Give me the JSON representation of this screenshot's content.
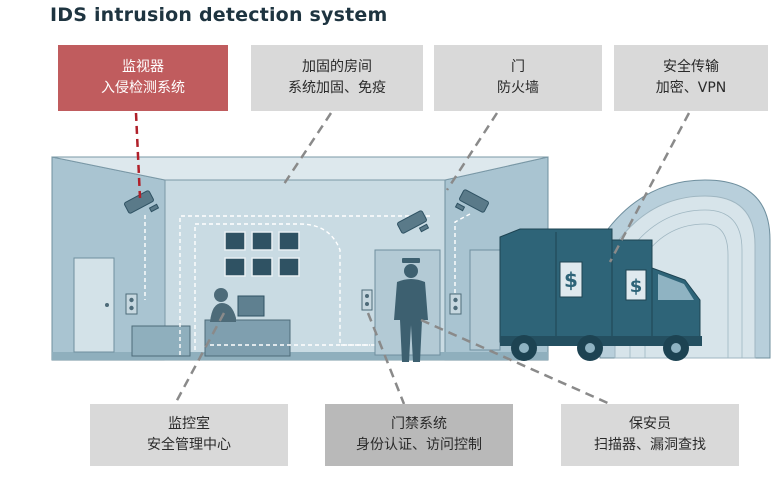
{
  "title": "IDS intrusion detection system",
  "callouts_top": [
    {
      "line1": "监视器",
      "line2": "入侵检测系统"
    },
    {
      "line1": "加固的房间",
      "line2": "系统加固、免疫"
    },
    {
      "line1": "门",
      "line2": "防火墙"
    },
    {
      "line1": "安全传输",
      "line2": "加密、VPN"
    }
  ],
  "callouts_bottom": [
    {
      "line1": "监控室",
      "line2": "安全管理中心"
    },
    {
      "line1": "门禁系统",
      "line2": "身份认证、访问控制"
    },
    {
      "line1": "保安员",
      "line2": "扫描器、漏洞查找"
    }
  ],
  "truck_signs": [
    "$",
    "$"
  ],
  "colors": {
    "highlight_box": "#c05c5e",
    "callout_box": "#d9d9d9",
    "access_box": "#b9b9b9",
    "wall": "#9dbccb",
    "truck": "#2e6478",
    "leader_line": "#8a8a8a",
    "monitor_leader": "#b0202a"
  }
}
